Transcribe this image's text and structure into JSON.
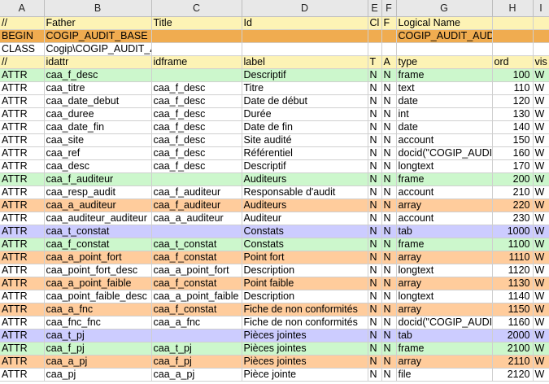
{
  "columns": [
    "A",
    "B",
    "C",
    "D",
    "E",
    "F",
    "G",
    "H",
    "I"
  ],
  "rows": [
    {
      "c": "y",
      "v": [
        "//",
        "Father",
        "Title",
        "Id",
        "Cl",
        "F",
        "Logical Name",
        "",
        ""
      ]
    },
    {
      "c": "o",
      "v": [
        "BEGIN",
        "COGIP_AUDIT_BASE",
        "",
        "",
        "",
        "",
        "COGIP_AUDIT_AUDIT",
        "",
        ""
      ]
    },
    {
      "c": "w",
      "v": [
        "CLASS",
        "Cogip\\COGIP_AUDIT_AUDIT",
        "",
        "",
        "",
        "",
        "",
        "",
        ""
      ]
    },
    {
      "c": "y",
      "v": [
        "//",
        "idattr",
        "idframe",
        "label",
        "T",
        "A",
        "type",
        "ord",
        "vis"
      ]
    },
    {
      "c": "g",
      "v": [
        "ATTR",
        "caa_f_desc",
        "",
        "Descriptif",
        "N",
        "N",
        "frame",
        "100",
        "W"
      ]
    },
    {
      "c": "w",
      "v": [
        "ATTR",
        "caa_titre",
        "caa_f_desc",
        "Titre",
        "N",
        "N",
        "text",
        "110",
        "W"
      ]
    },
    {
      "c": "w",
      "v": [
        "ATTR",
        "caa_date_debut",
        "caa_f_desc",
        "Date de début",
        "N",
        "N",
        "date",
        "120",
        "W"
      ]
    },
    {
      "c": "w",
      "v": [
        "ATTR",
        "caa_duree",
        "caa_f_desc",
        "Durée",
        "N",
        "N",
        "int",
        "130",
        "W"
      ]
    },
    {
      "c": "w",
      "v": [
        "ATTR",
        "caa_date_fin",
        "caa_f_desc",
        "Date de fin",
        "N",
        "N",
        "date",
        "140",
        "W"
      ]
    },
    {
      "c": "w",
      "v": [
        "ATTR",
        "caa_site",
        "caa_f_desc",
        "Site audité",
        "N",
        "N",
        "account",
        "150",
        "W"
      ]
    },
    {
      "c": "w",
      "v": [
        "ATTR",
        "caa_ref",
        "caa_f_desc",
        "Référentiel",
        "N",
        "N",
        "docid(\"COGIP_AUDIT_REFERENTIEL\")",
        "160",
        "W"
      ]
    },
    {
      "c": "w",
      "v": [
        "ATTR",
        "caa_desc",
        "caa_f_desc",
        "Descriptif",
        "N",
        "N",
        "longtext",
        "170",
        "W"
      ]
    },
    {
      "c": "g",
      "v": [
        "ATTR",
        "caa_f_auditeur",
        "",
        "Auditeurs",
        "N",
        "N",
        "frame",
        "200",
        "W"
      ]
    },
    {
      "c": "w",
      "v": [
        "ATTR",
        "caa_resp_audit",
        "caa_f_auditeur",
        "Responsable d'audit",
        "N",
        "N",
        "account",
        "210",
        "W"
      ]
    },
    {
      "c": "p",
      "v": [
        "ATTR",
        "caa_a_auditeur",
        "caa_f_auditeur",
        "Auditeurs",
        "N",
        "N",
        "array",
        "220",
        "W"
      ]
    },
    {
      "c": "w",
      "v": [
        "ATTR",
        "caa_auditeur_auditeur",
        "caa_a_auditeur",
        "Auditeur",
        "N",
        "N",
        "account",
        "230",
        "W"
      ]
    },
    {
      "c": "b",
      "v": [
        "ATTR",
        "caa_t_constat",
        "",
        "Constats",
        "N",
        "N",
        "tab",
        "1000",
        "W"
      ]
    },
    {
      "c": "g",
      "v": [
        "ATTR",
        "caa_f_constat",
        "caa_t_constat",
        "Constats",
        "N",
        "N",
        "frame",
        "1100",
        "W"
      ]
    },
    {
      "c": "p",
      "v": [
        "ATTR",
        "caa_a_point_fort",
        "caa_f_constat",
        "Point fort",
        "N",
        "N",
        "array",
        "1110",
        "W"
      ]
    },
    {
      "c": "w",
      "v": [
        "ATTR",
        "caa_point_fort_desc",
        "caa_a_point_fort",
        "Description",
        "N",
        "N",
        "longtext",
        "1120",
        "W"
      ]
    },
    {
      "c": "p",
      "v": [
        "ATTR",
        "caa_a_point_faible",
        "caa_f_constat",
        "Point faible",
        "N",
        "N",
        "array",
        "1130",
        "W"
      ]
    },
    {
      "c": "w",
      "v": [
        "ATTR",
        "caa_point_faible_desc",
        "caa_a_point_faible",
        "Description",
        "N",
        "N",
        "longtext",
        "1140",
        "W"
      ]
    },
    {
      "c": "p",
      "v": [
        "ATTR",
        "caa_a_fnc",
        "caa_f_constat",
        "Fiche de non conformités",
        "N",
        "N",
        "array",
        "1150",
        "W"
      ]
    },
    {
      "c": "w",
      "v": [
        "ATTR",
        "caa_fnc_fnc",
        "caa_a_fnc",
        "Fiche de non conformités",
        "N",
        "N",
        "docid(\"COGIP_AUDIT_FNC\")",
        "1160",
        "W"
      ]
    },
    {
      "c": "b",
      "v": [
        "ATTR",
        "caa_t_pj",
        "",
        "Pièces jointes",
        "N",
        "N",
        "tab",
        "2000",
        "W"
      ]
    },
    {
      "c": "g",
      "v": [
        "ATTR",
        "caa_f_pj",
        "caa_t_pj",
        "Pièces jointes",
        "N",
        "N",
        "frame",
        "2100",
        "W"
      ]
    },
    {
      "c": "p",
      "v": [
        "ATTR",
        "caa_a_pj",
        "caa_f_pj",
        "Pièces jointes",
        "N",
        "N",
        "array",
        "2110",
        "W"
      ]
    },
    {
      "c": "w",
      "v": [
        "ATTR",
        "caa_pj",
        "caa_a_pj",
        "Pièce jointe",
        "N",
        "N",
        "file",
        "2120",
        "W"
      ]
    }
  ]
}
